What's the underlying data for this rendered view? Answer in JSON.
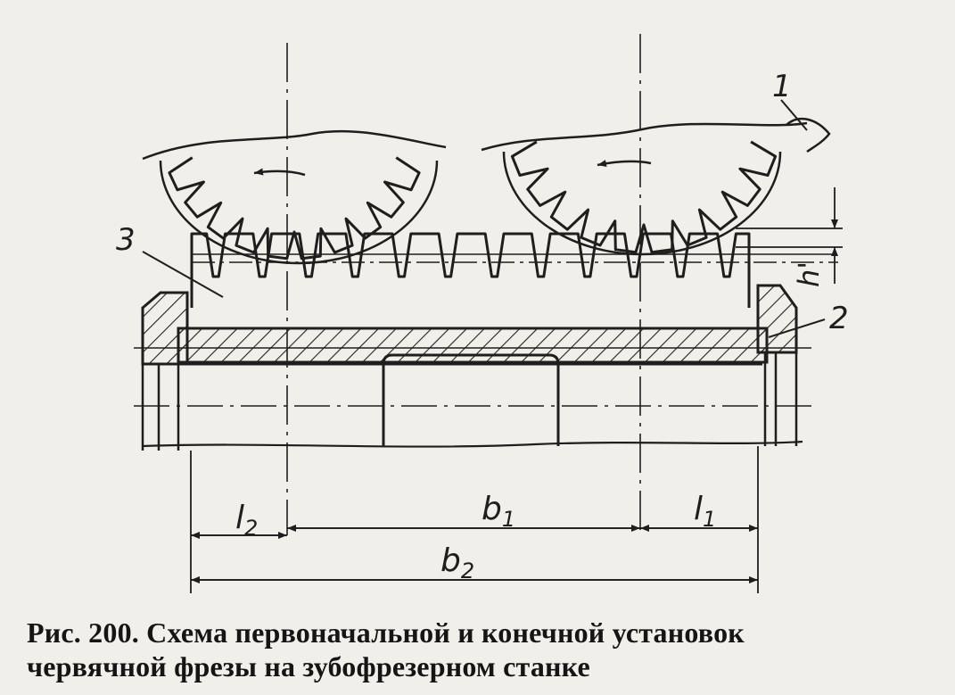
{
  "figure": {
    "labels": {
      "gear_ref": "1",
      "shaft_ref": "2",
      "hob_ref": "3",
      "height": "h'",
      "l2": "l",
      "l2_sub": "2",
      "b1": "b",
      "b1_sub": "1",
      "l1": "l",
      "l1_sub": "1",
      "b2": "b",
      "b2_sub": "2"
    }
  },
  "caption": {
    "line1": "Рис. 200. Схема первоначальной и конечной установок",
    "line2": "червячной фрезы на зубофрезерном станке"
  }
}
